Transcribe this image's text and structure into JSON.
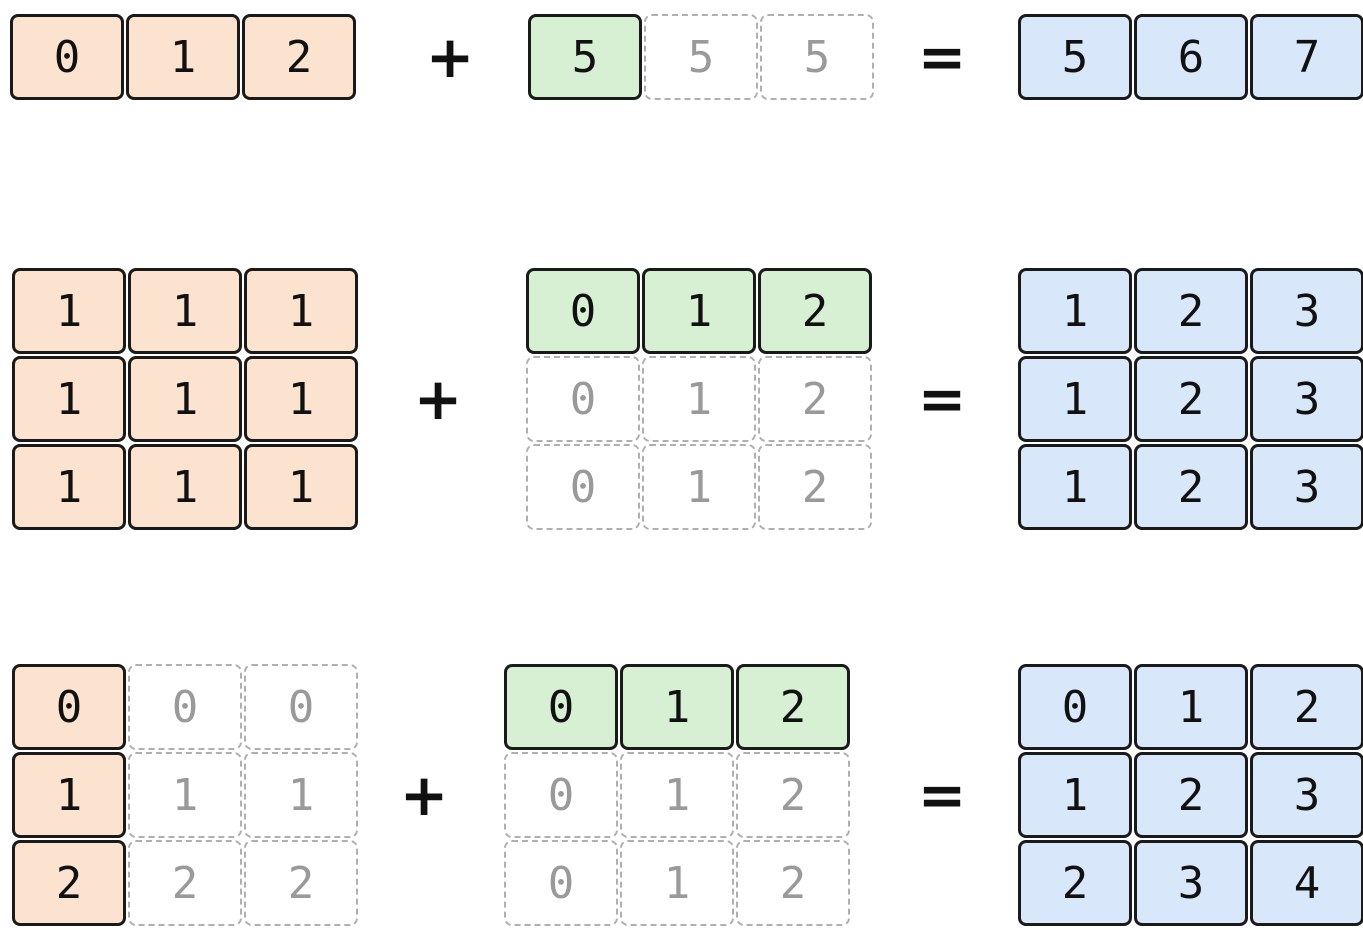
{
  "colors": {
    "orange": "#fbe3cf",
    "green": "#d7f0d3",
    "blue": "#d9e7fb"
  },
  "rows": [
    {
      "name": "row-1",
      "operands": [
        {
          "name": "operand-a",
          "color": "orange",
          "cells": [
            [
              {
                "v": "0",
                "g": false
              },
              {
                "v": "1",
                "g": false
              },
              {
                "v": "2",
                "g": false
              }
            ]
          ]
        },
        {
          "name": "operand-b",
          "color": "green",
          "cells": [
            [
              {
                "v": "5",
                "g": false
              },
              {
                "v": "5",
                "g": true
              },
              {
                "v": "5",
                "g": true
              }
            ]
          ]
        },
        {
          "name": "result",
          "color": "blue",
          "cells": [
            [
              {
                "v": "5",
                "g": false
              },
              {
                "v": "6",
                "g": false
              },
              {
                "v": "7",
                "g": false
              }
            ]
          ]
        }
      ],
      "plus": "+",
      "equals": "="
    },
    {
      "name": "row-2",
      "operands": [
        {
          "name": "operand-a",
          "color": "orange",
          "cells": [
            [
              {
                "v": "1",
                "g": false
              },
              {
                "v": "1",
                "g": false
              },
              {
                "v": "1",
                "g": false
              }
            ],
            [
              {
                "v": "1",
                "g": false
              },
              {
                "v": "1",
                "g": false
              },
              {
                "v": "1",
                "g": false
              }
            ],
            [
              {
                "v": "1",
                "g": false
              },
              {
                "v": "1",
                "g": false
              },
              {
                "v": "1",
                "g": false
              }
            ]
          ]
        },
        {
          "name": "operand-b",
          "color": "green",
          "cells": [
            [
              {
                "v": "0",
                "g": false
              },
              {
                "v": "1",
                "g": false
              },
              {
                "v": "2",
                "g": false
              }
            ],
            [
              {
                "v": "0",
                "g": true
              },
              {
                "v": "1",
                "g": true
              },
              {
                "v": "2",
                "g": true
              }
            ],
            [
              {
                "v": "0",
                "g": true
              },
              {
                "v": "1",
                "g": true
              },
              {
                "v": "2",
                "g": true
              }
            ]
          ]
        },
        {
          "name": "result",
          "color": "blue",
          "cells": [
            [
              {
                "v": "1",
                "g": false
              },
              {
                "v": "2",
                "g": false
              },
              {
                "v": "3",
                "g": false
              }
            ],
            [
              {
                "v": "1",
                "g": false
              },
              {
                "v": "2",
                "g": false
              },
              {
                "v": "3",
                "g": false
              }
            ],
            [
              {
                "v": "1",
                "g": false
              },
              {
                "v": "2",
                "g": false
              },
              {
                "v": "3",
                "g": false
              }
            ]
          ]
        }
      ],
      "plus": "+",
      "equals": "="
    },
    {
      "name": "row-3",
      "operands": [
        {
          "name": "operand-a",
          "color": "orange",
          "cells": [
            [
              {
                "v": "0",
                "g": false
              },
              {
                "v": "0",
                "g": true
              },
              {
                "v": "0",
                "g": true
              }
            ],
            [
              {
                "v": "1",
                "g": false
              },
              {
                "v": "1",
                "g": true
              },
              {
                "v": "1",
                "g": true
              }
            ],
            [
              {
                "v": "2",
                "g": false
              },
              {
                "v": "2",
                "g": true
              },
              {
                "v": "2",
                "g": true
              }
            ]
          ]
        },
        {
          "name": "operand-b",
          "color": "green",
          "cells": [
            [
              {
                "v": "0",
                "g": false
              },
              {
                "v": "1",
                "g": false
              },
              {
                "v": "2",
                "g": false
              }
            ],
            [
              {
                "v": "0",
                "g": true
              },
              {
                "v": "1",
                "g": true
              },
              {
                "v": "2",
                "g": true
              }
            ],
            [
              {
                "v": "0",
                "g": true
              },
              {
                "v": "1",
                "g": true
              },
              {
                "v": "2",
                "g": true
              }
            ]
          ]
        },
        {
          "name": "result",
          "color": "blue",
          "cells": [
            [
              {
                "v": "0",
                "g": false
              },
              {
                "v": "1",
                "g": false
              },
              {
                "v": "2",
                "g": false
              }
            ],
            [
              {
                "v": "1",
                "g": false
              },
              {
                "v": "2",
                "g": false
              },
              {
                "v": "3",
                "g": false
              }
            ],
            [
              {
                "v": "2",
                "g": false
              },
              {
                "v": "3",
                "g": false
              },
              {
                "v": "4",
                "g": false
              }
            ]
          ]
        }
      ],
      "plus": "+",
      "equals": "="
    }
  ]
}
